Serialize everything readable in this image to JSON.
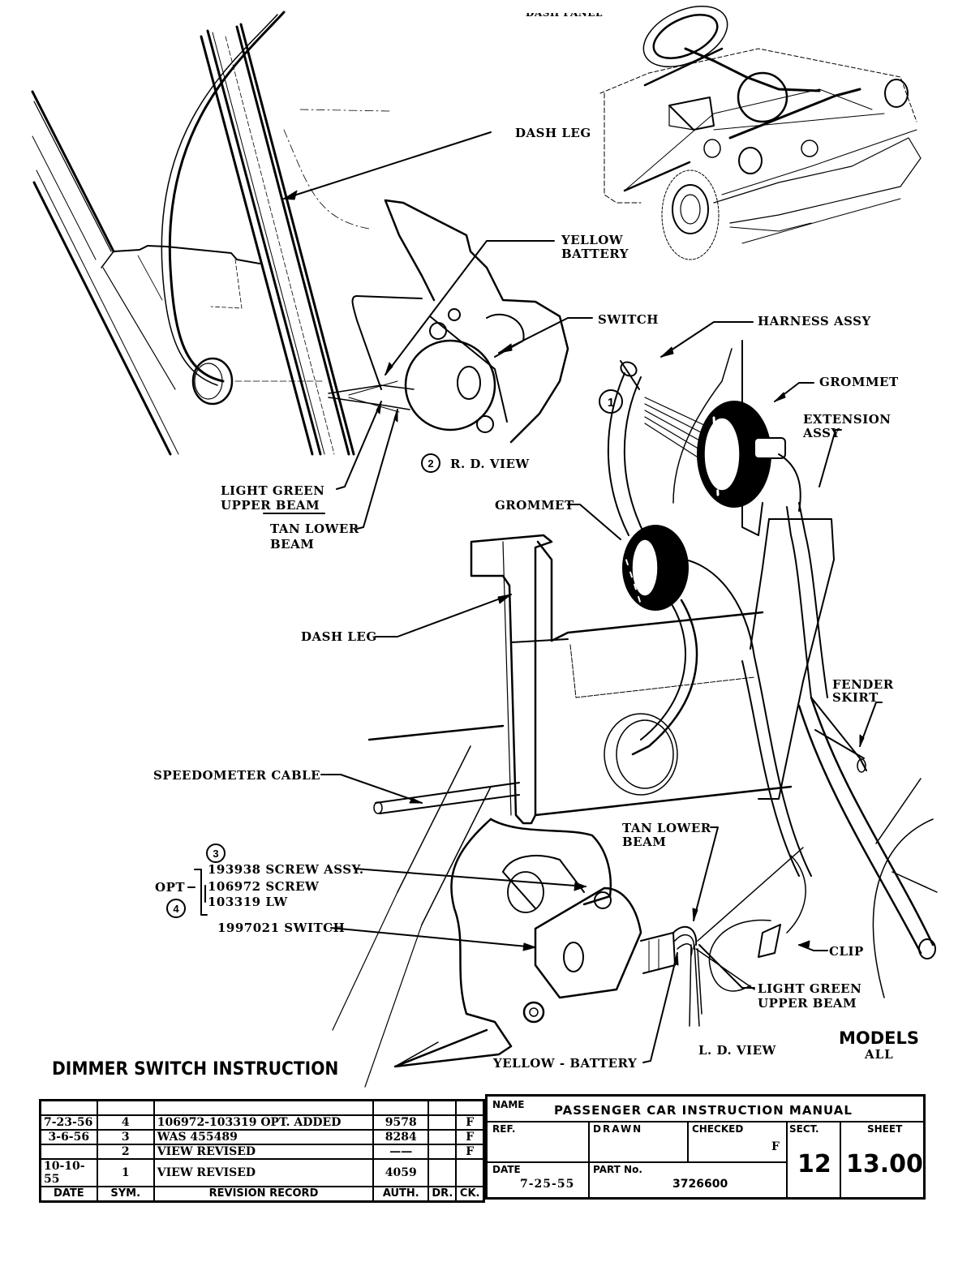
{
  "header": {
    "top_cut_label": "DASH PANEL"
  },
  "labels": {
    "dash_leg_top": "DASH LEG",
    "yellow_battery_top_1": "YELLOW",
    "yellow_battery_top_2": "BATTERY",
    "switch_top": "SWITCH",
    "harness_assy": "HARNESS ASSY",
    "grommet_right": "GROMMET",
    "extension_assy_1": "EXTENSION",
    "extension_assy_2": "ASSY",
    "rd_view": "R. D.  VIEW",
    "light_green_top_1": "LIGHT GREEN",
    "light_green_top_2": "UPPER BEAM",
    "tan_lower_top_1": "TAN LOWER",
    "tan_lower_top_2": "BEAM",
    "grommet_mid": "GROMMET",
    "dash_leg_mid": "DASH LEG",
    "fender_skirt_1": "FENDER",
    "fender_skirt_2": "SKIRT",
    "speedometer_cable": "SPEEDOMETER CABLE",
    "tan_lower_bot_1": "TAN LOWER",
    "tan_lower_bot_2": "BEAM",
    "part_screw_assy": "193938 SCREW ASSY.",
    "part_screw": "106972 SCREW",
    "part_lw": "103319  LW",
    "opt": "OPT",
    "switch_part": "1997021 SWITCH",
    "clip": "CLIP",
    "light_green_bot_1": "LIGHT GREEN",
    "light_green_bot_2": "UPPER BEAM",
    "ld_view": "L. D.  VIEW",
    "yellow_battery_bot": "YELLOW - BATTERY"
  },
  "callouts": [
    "1",
    "2",
    "3",
    "4"
  ],
  "title": "DIMMER SWITCH INSTRUCTION",
  "models": {
    "heading": "MODELS",
    "value": "ALL"
  },
  "revision_record": {
    "columns": [
      "DATE",
      "SYM.",
      "REVISION RECORD",
      "AUTH.",
      "DR.",
      "CK."
    ],
    "rows": [
      {
        "date": "",
        "sym": "",
        "record": "",
        "auth": "",
        "dr": "",
        "ck": ""
      },
      {
        "date": "7-23-56",
        "sym": "4",
        "record": "106972-103319 OPT.  ADDED",
        "auth": "9578",
        "dr": "",
        "ck": "F"
      },
      {
        "date": "3-6-56",
        "sym": "3",
        "record": "WAS 455489",
        "auth": "8284",
        "dr": "",
        "ck": "F"
      },
      {
        "date": "",
        "sym": "2",
        "record": "VIEW REVISED",
        "auth": "——",
        "dr": "",
        "ck": "F"
      },
      {
        "date": "10-10-55",
        "sym": "1",
        "record": "VIEW REVISED",
        "auth": "4059",
        "dr": "",
        "ck": ""
      }
    ]
  },
  "title_block": {
    "name_caption": "NAME",
    "name_value": "PASSENGER CAR INSTRUCTION MANUAL",
    "ref_caption": "REF.",
    "ref_value": "",
    "drawn_caption": "DRAWN",
    "drawn_value": "",
    "checked_caption": "CHECKED",
    "checked_value": "F",
    "sect_caption": "SECT.",
    "sect_value": "12",
    "sheet_caption": "SHEET",
    "sheet_value": "13.00",
    "date_caption": "DATE",
    "date_value": "7-25-55",
    "part_caption": "PART No.",
    "part_value": "3726600"
  }
}
